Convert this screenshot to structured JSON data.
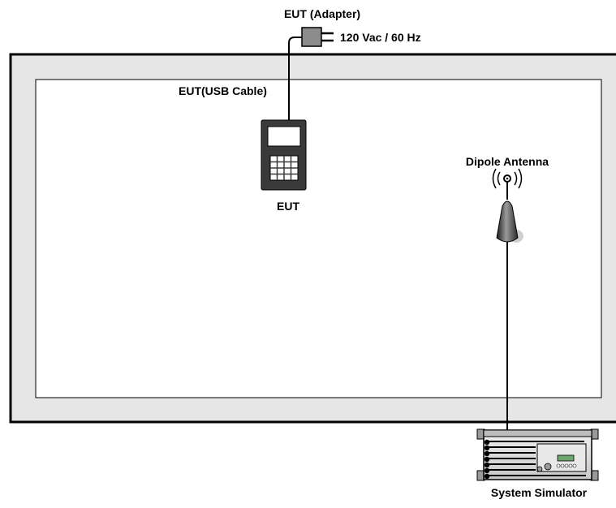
{
  "labels": {
    "adapter": "EUT (Adapter)",
    "power": "120 Vac / 60 Hz",
    "usb_cable": "EUT(USB Cable)",
    "eut": "EUT",
    "antenna": "Dipole Antenna",
    "simulator": "System Simulator"
  },
  "colors": {
    "chamber_fill": "#e6e6e6",
    "outline": "#000000",
    "device_body": "#3a3a3a",
    "device_gray": "#8c8c8c",
    "rack_fill": "#d9d9d9"
  }
}
